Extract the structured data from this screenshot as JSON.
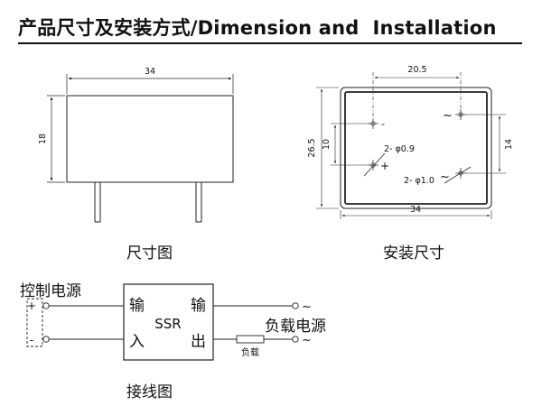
{
  "header": {
    "title": "产品尺寸及安装方式/Dimension and  Installation"
  },
  "dimension_view": {
    "caption": "尺寸图",
    "width_label": "34",
    "height_label": "18"
  },
  "installation_view": {
    "caption": "安装尺寸",
    "pin_spacing_label": "20.5",
    "outer_height_label": "26.5",
    "pin_gap_label": "10",
    "right_gap_label": "14",
    "width_label": "34",
    "hole_small_label": "2- φ0.9",
    "hole_large_label": "2- φ1.0",
    "minus_sign": "-",
    "plus_sign": "+",
    "tilde_top": "~",
    "tilde_bottom": "~"
  },
  "wiring_view": {
    "caption": "接线图",
    "control_label": "控制电源",
    "plus_sign": "+",
    "minus_sign": "-",
    "input_top": "输",
    "input_bottom": "入",
    "device_name": "SSR",
    "output_top": "输",
    "output_bottom": "出",
    "load_label": "负载",
    "load_supply_label": "负载电源",
    "tilde_top": "~",
    "tilde_bottom": "~"
  }
}
